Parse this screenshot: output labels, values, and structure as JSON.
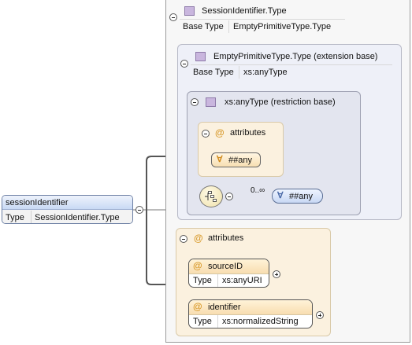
{
  "root_element": {
    "name": "sessionIdentifier",
    "type_label": "Type",
    "type_value": "SessionIdentifier.Type"
  },
  "session_type": {
    "name": "SessionIdentifier.Type",
    "base_label": "Base Type",
    "base_value": "EmptyPrimitiveType.Type"
  },
  "extension": {
    "name": "EmptyPrimitiveType.Type (extension base)",
    "base_label": "Base Type",
    "base_value": "xs:anyType"
  },
  "restriction": {
    "name": "xs:anyType (restriction base)",
    "attributes_label": "attributes",
    "any_attribute": "##any",
    "cardinality": "0..∞",
    "any_element": "##any"
  },
  "attributes_group": {
    "label": "attributes",
    "items": [
      {
        "name": "sourceID",
        "type_label": "Type",
        "type_value": "xs:anyURI"
      },
      {
        "name": "identifier",
        "type_label": "Type",
        "type_value": "xs:normalizedString"
      }
    ]
  },
  "icons": {
    "collapse": "minus-circle-icon",
    "expand": "plus-circle-icon",
    "complex_type": "complex-type-square-icon",
    "attribute": "at-sign-icon",
    "any": "for-all-icon",
    "sequence": "sequence-compositor-icon"
  },
  "colors": {
    "element_header": "#d4e2f7",
    "attribute_header": "#f8ddb0",
    "type_icon": "#c9b6de",
    "extension_panel": "#eef0f8",
    "restriction_panel": "#e3e5ef"
  }
}
